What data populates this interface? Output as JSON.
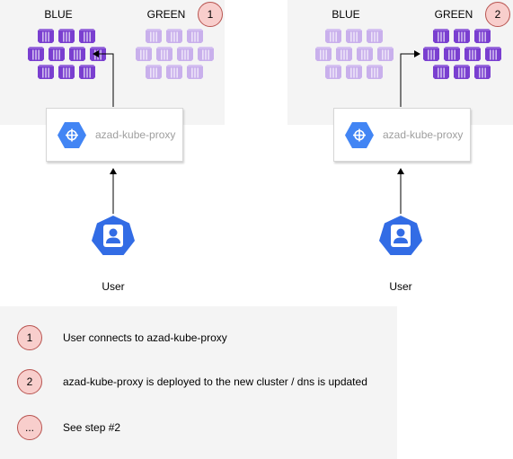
{
  "steps": {
    "left": {
      "cluster_a_label": "BLUE",
      "cluster_b_label": "GREEN",
      "badge": "1",
      "proxy_label": "azad-kube-proxy",
      "user_label": "User"
    },
    "right": {
      "cluster_a_label": "BLUE",
      "cluster_b_label": "GREEN",
      "badge": "2",
      "proxy_label": "azad-kube-proxy",
      "user_label": "User"
    }
  },
  "legend": [
    {
      "badge": "1",
      "text": "User connects to azad-kube-proxy"
    },
    {
      "badge": "2",
      "text": "azad-kube-proxy is deployed to the new cluster / dns is updated"
    },
    {
      "badge": "...",
      "text": "See step #2"
    }
  ],
  "colors": {
    "pod_active": "#7a3fd0",
    "pod_inactive": "#c9b0ec",
    "proxy_icon": "#4285f4",
    "user_icon": "#326ce5",
    "badge_fill": "#f8cecc",
    "badge_stroke": "#b85450"
  },
  "icons": {
    "pod": "kubernetes-pod-icon",
    "proxy": "gcp-network-service-icon",
    "user": "kubernetes-user-icon"
  }
}
